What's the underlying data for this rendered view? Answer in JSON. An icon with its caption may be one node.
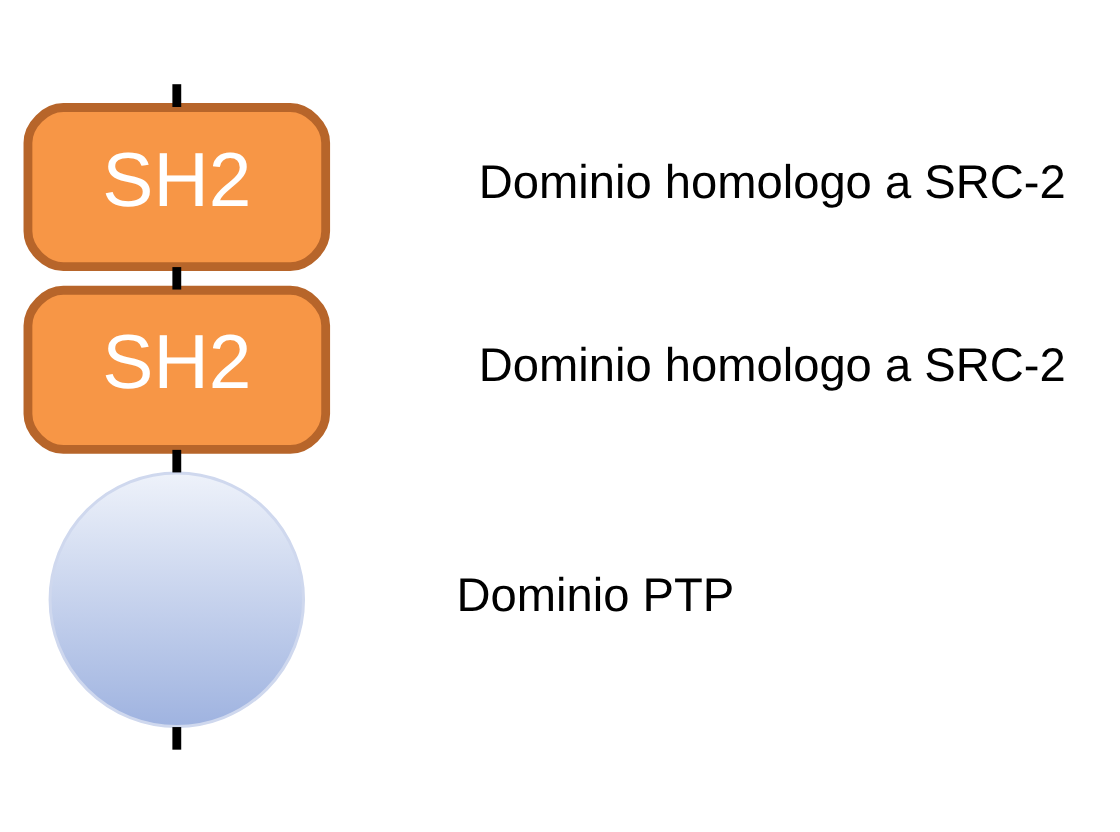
{
  "diagram": {
    "nodes": [
      {
        "text": [
          "SH2"
        ],
        "beside": [
          "Dominio homologo a SRC-2"
        ]
      },
      {
        "text": [
          "SH2"
        ],
        "beside": [
          "Dominio homologo a SRC-2"
        ]
      },
      {
        "text": [],
        "shape": "circle",
        "beside": [
          "Dominio PTP"
        ]
      }
    ],
    "edges": [
      {
        "from": null,
        "to": 0,
        "arrow": "none"
      },
      {
        "from": 0,
        "to": 1,
        "arrow": "none"
      },
      {
        "from": 1,
        "to": 2,
        "arrow": "none"
      },
      {
        "from": 2,
        "to": null,
        "arrow": "none"
      }
    ]
  }
}
